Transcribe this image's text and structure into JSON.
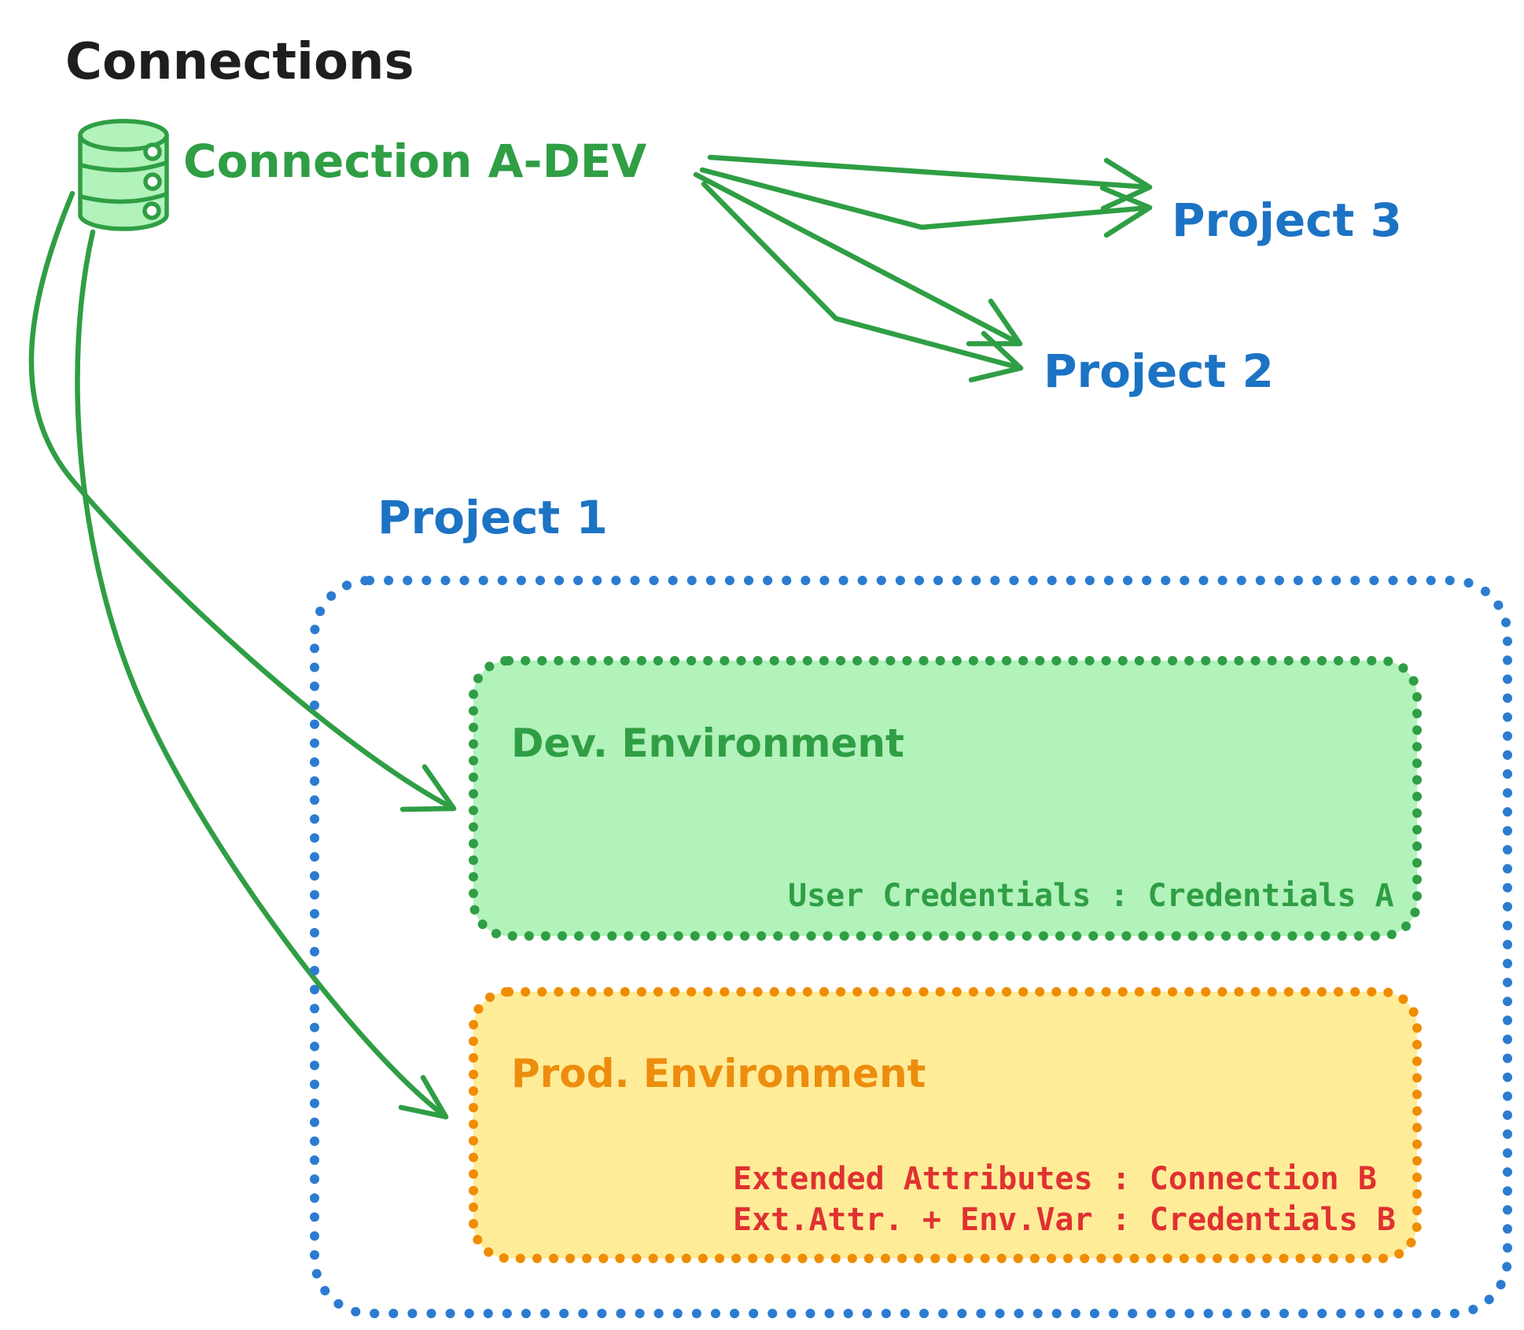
{
  "diagram": {
    "title": "Connections",
    "connection": {
      "icon": "database-icon",
      "label": "Connection A-DEV"
    },
    "projects": {
      "project3_label": "Project 3",
      "project2_label": "Project 2",
      "project1_label": "Project 1"
    },
    "dev_environment": {
      "title": "Dev. Environment",
      "credentials_line": "User Credentials : Credentials A"
    },
    "prod_environment": {
      "title": "Prod. Environment",
      "attr_line1": "Extended Attributes : Connection B",
      "attr_line2": "Ext.Attr. + Env.Var : Credentials B"
    },
    "colors": {
      "title_black": "#1e1e1e",
      "green_stroke": "#2f9e44",
      "green_fill": "#b2f2bb",
      "blue_text": "#1c73c4",
      "blue_border": "#2b7cd0",
      "orange_stroke": "#f08c00",
      "orange_text": "#ed8d0d",
      "yellow_fill": "#ffec99",
      "red_text": "#e03131",
      "white": "#ffffff"
    }
  }
}
